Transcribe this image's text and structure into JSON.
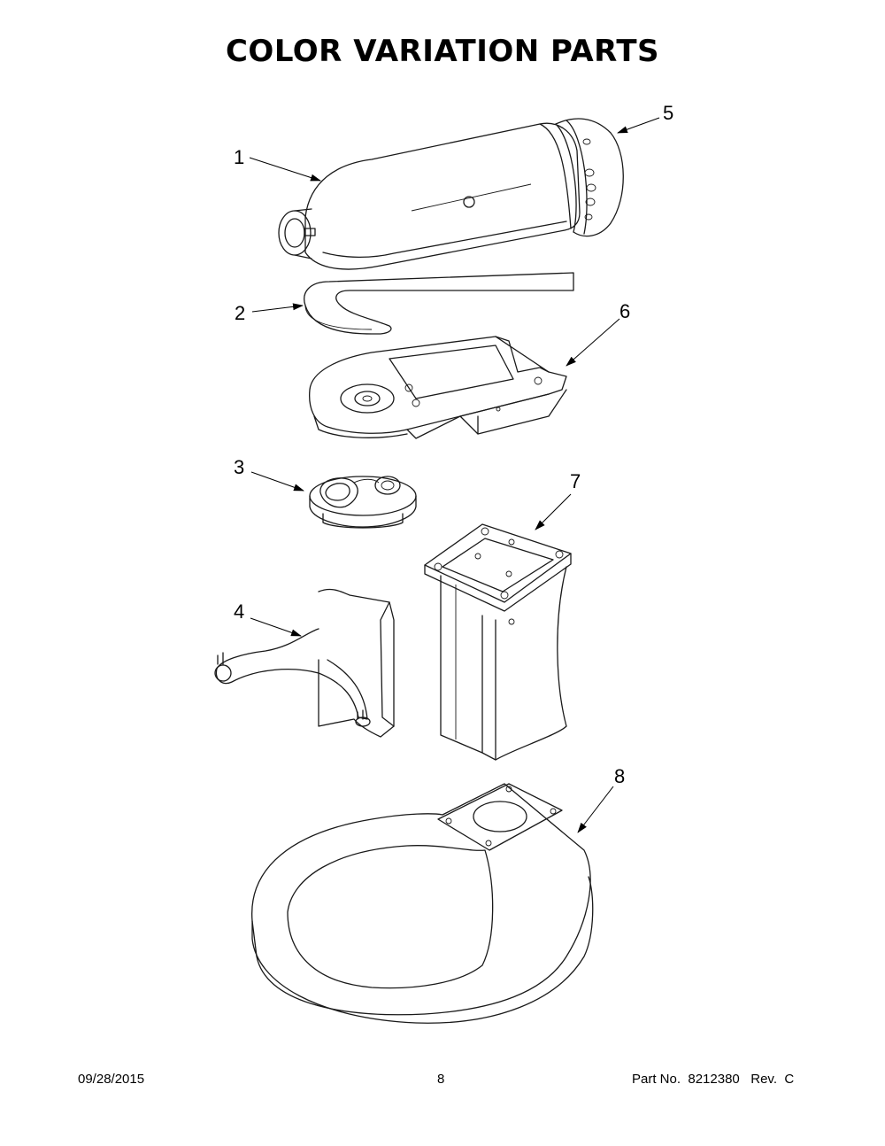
{
  "title": "COLOR VARIATION PARTS",
  "callouts": {
    "c1": "1",
    "c2": "2",
    "c3": "3",
    "c4": "4",
    "c5": "5",
    "c6": "6",
    "c7": "7",
    "c8": "8"
  },
  "footer": {
    "date": "09/28/2015",
    "page": "8",
    "part": "Part No.  8212380   Rev.  C"
  }
}
